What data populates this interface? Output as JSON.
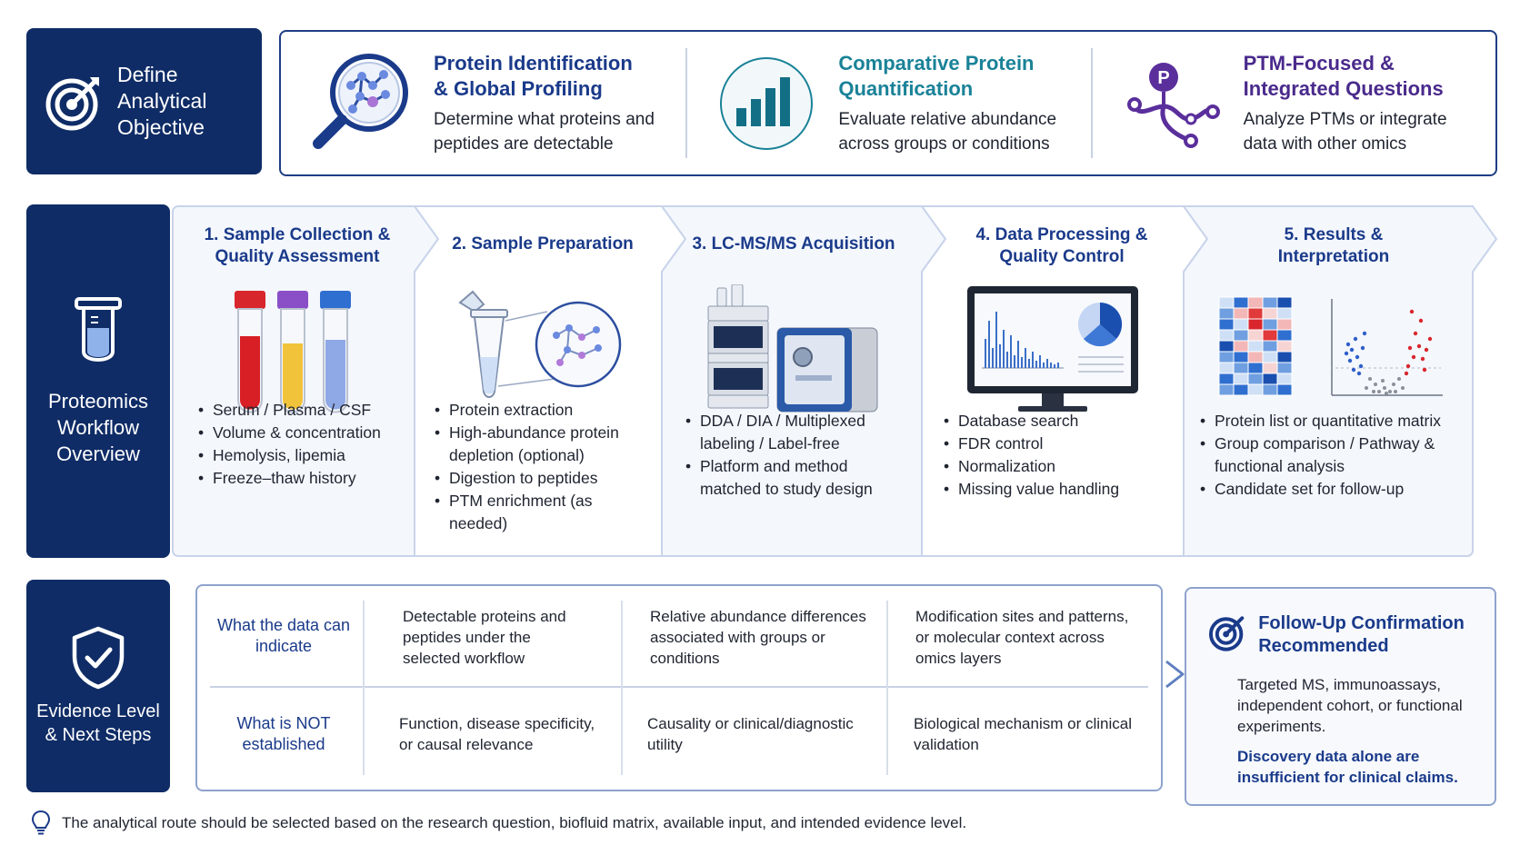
{
  "objective": {
    "label": "Define Analytical Objective",
    "items": [
      {
        "title": "Protein Identification & Global Profiling",
        "desc": "Determine what proteins and peptides are detectable",
        "icon": "magnifier-network-icon"
      },
      {
        "title": "Comparative Protein Quantification",
        "desc": "Evaluate relative abundance across groups or conditions",
        "icon": "bar-chart-icon"
      },
      {
        "title": "PTM-Focused & Integrated Questions",
        "desc": "Analyze PTMs or integrate data with other omics",
        "icon": "phospho-icon"
      }
    ]
  },
  "workflow": {
    "label": "Proteomics Workflow Overview",
    "steps": [
      {
        "title": "1. Sample Collection & Quality Assessment",
        "bullets": [
          "Serum / Plasma / CSF",
          "Volume & concentration",
          "Hemolysis, lipemia",
          "Freeze–thaw history"
        ]
      },
      {
        "title": "2. Sample Preparation",
        "bullets": [
          "Protein extraction",
          "High-abundance protein depletion (optional)",
          "Digestion to peptides",
          "PTM enrichment (as needed)"
        ]
      },
      {
        "title": "3. LC-MS/MS Acquisition",
        "bullets": [
          "DDA / DIA / Multiplexed labeling / Label-free",
          "Platform and method matched to study design"
        ]
      },
      {
        "title": "4. Data Processing & Quality Control",
        "bullets": [
          "Database search",
          "FDR control",
          "Normalization",
          "Missing value handling"
        ]
      },
      {
        "title": "5. Results & Interpretation",
        "bullets": [
          "Protein list or quantitative matrix",
          "Group comparison / Pathway & functional analysis",
          "Candidate set for follow-up"
        ]
      }
    ]
  },
  "evidence": {
    "label": "Evidence Level & Next Steps",
    "rows": [
      {
        "header": "What the data can indicate",
        "cells": [
          "Detectable proteins and peptides under the selected workflow",
          "Relative abundance differences associated with groups or conditions",
          "Modification sites and patterns, or molecular context across omics layers"
        ]
      },
      {
        "header": "What is NOT established",
        "cells": [
          "Function, disease specificity, or causal relevance",
          "Causality or clinical/diagnostic utility",
          "Biological mechanism or clinical validation"
        ]
      }
    ],
    "followup": {
      "title": "Follow-Up Confirmation Recommended",
      "text": "Targeted MS, immunoassays, independent cohort, or functional experiments.",
      "warning": "Discovery data alone are insufficient for clinical claims."
    }
  },
  "footnote": "The analytical route should be selected based on the research question, biofluid matrix, available input, and intended evidence level.",
  "colors": {
    "navy": "#0f2c66",
    "blue_text": "#1a3a8a",
    "teal": "#1a8298",
    "purple": "#4a2a8c"
  }
}
